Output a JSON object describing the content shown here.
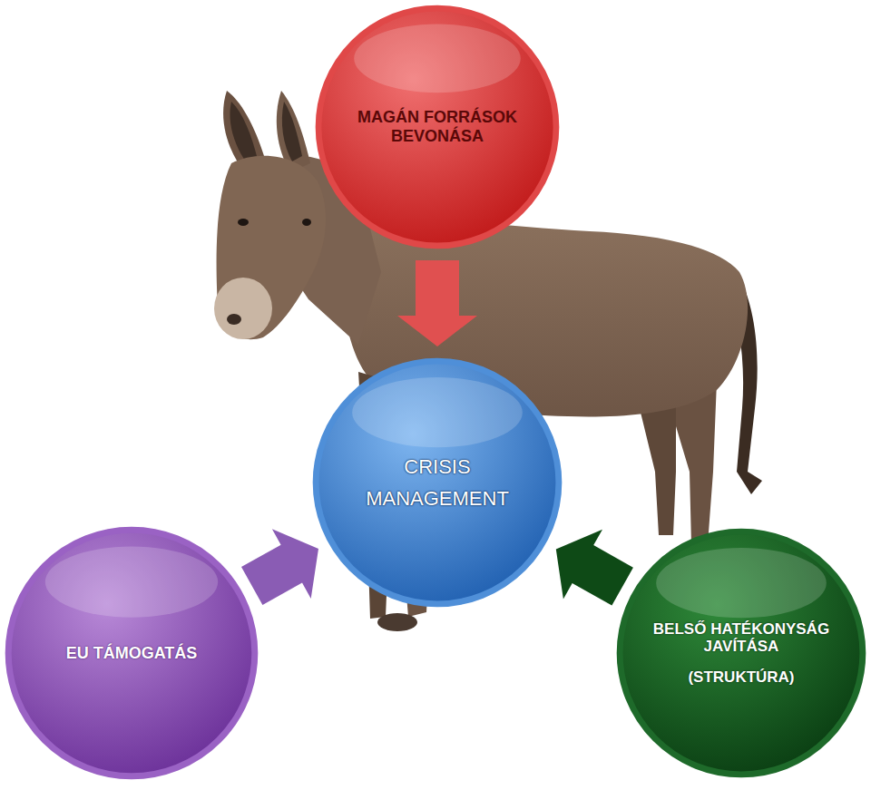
{
  "diagram": {
    "nodes": [
      {
        "text": [
          "MAGÁN FORRÁSOK BEVONÁSA"
        ]
      },
      {
        "text": [
          "CRISIS MANAGEMENT"
        ]
      },
      {
        "text": [
          "EU TÁMOGATÁS"
        ]
      },
      {
        "text": [
          "BELSŐ HATÉKONYSÁG JAVÍTÁSA",
          "(STRUKTÚRA)"
        ]
      }
    ],
    "edges": [
      {
        "from": 0,
        "to": 1,
        "arrow": "to"
      },
      {
        "from": 2,
        "to": 1,
        "arrow": "to"
      },
      {
        "from": 3,
        "to": 1,
        "arrow": "to"
      }
    ]
  }
}
